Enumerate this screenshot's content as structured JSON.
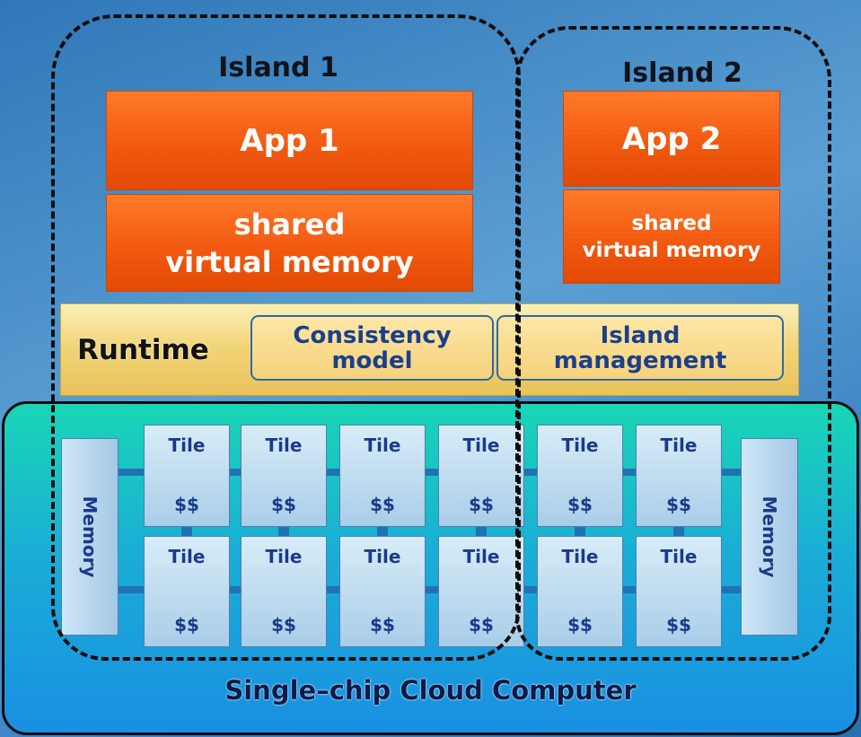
{
  "islands": [
    {
      "title": "Island 1",
      "app": "App 1",
      "memory_line1": "shared",
      "memory_line2": "virtual memory"
    },
    {
      "title": "Island 2",
      "app": "App 2",
      "memory_line1": "shared",
      "memory_line2": "virtual memory"
    }
  ],
  "runtime": {
    "label": "Runtime",
    "consistency_line1": "Consistency",
    "consistency_line2": "model",
    "island_mgmt_line1": "Island",
    "island_mgmt_line2": "management"
  },
  "chip": {
    "label": "Single–chip Cloud Computer",
    "memory_label": "Memory",
    "tile_label": "Tile",
    "cache_label": "$$"
  },
  "colors": {
    "background": "#3a83c4",
    "app_orange": "#f25a10",
    "runtime_yellow": "#f2d57a",
    "chip_teal": "#19d6b5",
    "chip_blue": "#1a8fe2",
    "tile_text": "#1a3a8a"
  }
}
